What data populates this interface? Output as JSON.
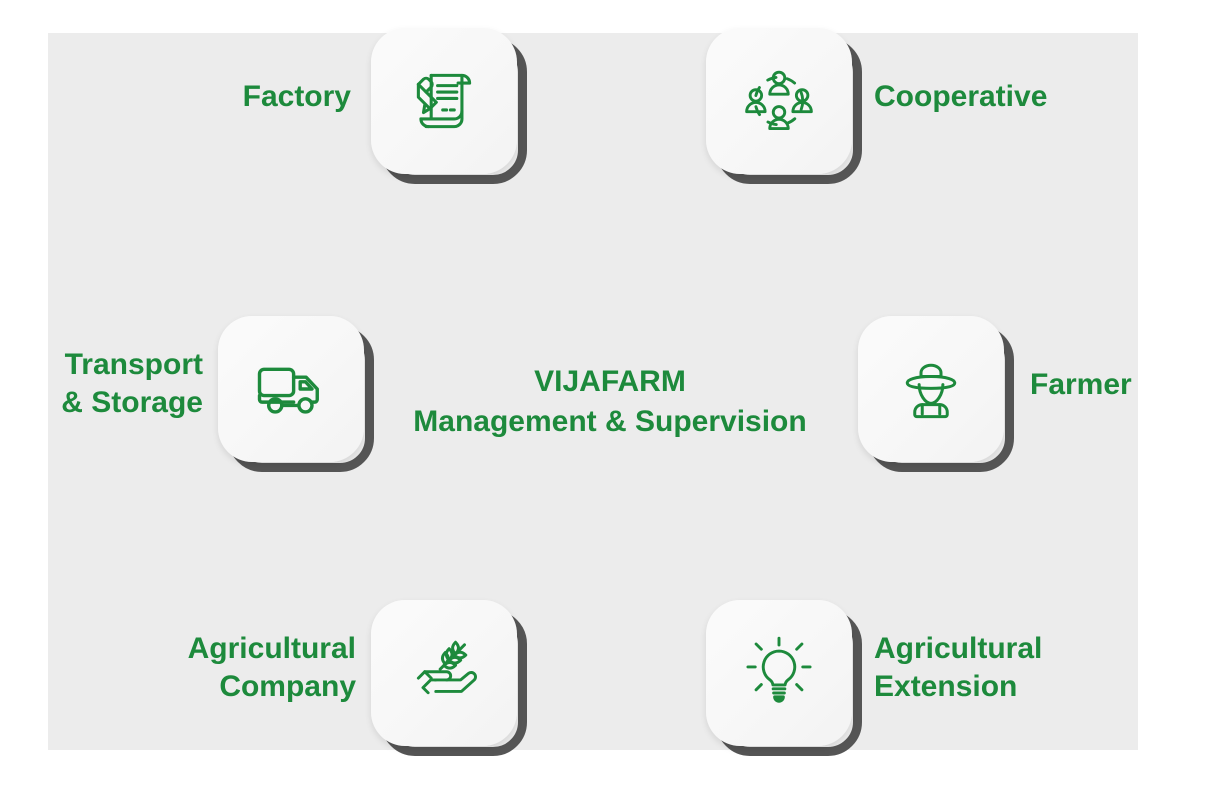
{
  "diagram": {
    "center": {
      "title_line1": "VIJAFARM",
      "title_line2": "Management & Supervision"
    },
    "colors": {
      "green": "#1d8a3c",
      "panel_gray": "#ececec",
      "outline_gray": "#555555",
      "tile_white": "#f8f8f8"
    },
    "nodes": [
      {
        "id": "factory",
        "label": "Factory",
        "icon": "scroll-pen-icon",
        "label_side": "left"
      },
      {
        "id": "cooperative",
        "label": "Cooperative",
        "icon": "people-network-icon",
        "label_side": "right"
      },
      {
        "id": "transport",
        "label": "Transport\n& Storage",
        "icon": "truck-icon",
        "label_side": "left"
      },
      {
        "id": "farmer",
        "label": "Farmer",
        "icon": "farmer-hat-icon",
        "label_side": "right"
      },
      {
        "id": "agcompany",
        "label": "Agricultural\nCompany",
        "icon": "hand-wheat-icon",
        "label_side": "left"
      },
      {
        "id": "agextension",
        "label": "Agricultural\nExtension",
        "icon": "lightbulb-icon",
        "label_side": "right"
      }
    ]
  }
}
